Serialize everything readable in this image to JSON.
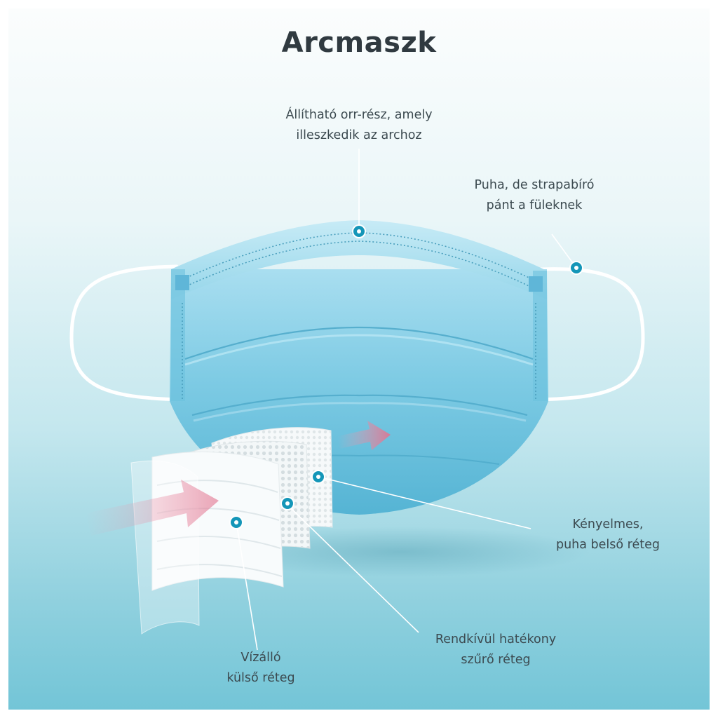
{
  "title": "Arcmaszk",
  "labels": {
    "nose": [
      "Állítható orr-rész, amely",
      "illeszkedik az archoz"
    ],
    "ear": [
      "Puha, de strapabíró",
      "pánt a füleknek"
    ],
    "inner": [
      "Kényelmes,",
      "puha belső réteg"
    ],
    "filter": [
      "Rendkívül hatékony",
      "szűrő réteg"
    ],
    "outer": [
      "Vízálló",
      "külső réteg"
    ]
  },
  "colors": {
    "title": "#303a40",
    "text": "#3c4a50",
    "mask": "#7fcde6",
    "mask_dark": "#4fb2d3",
    "callout_dot": "#1496b8",
    "arrow": "#e87c96",
    "strap": "#ffffff"
  }
}
